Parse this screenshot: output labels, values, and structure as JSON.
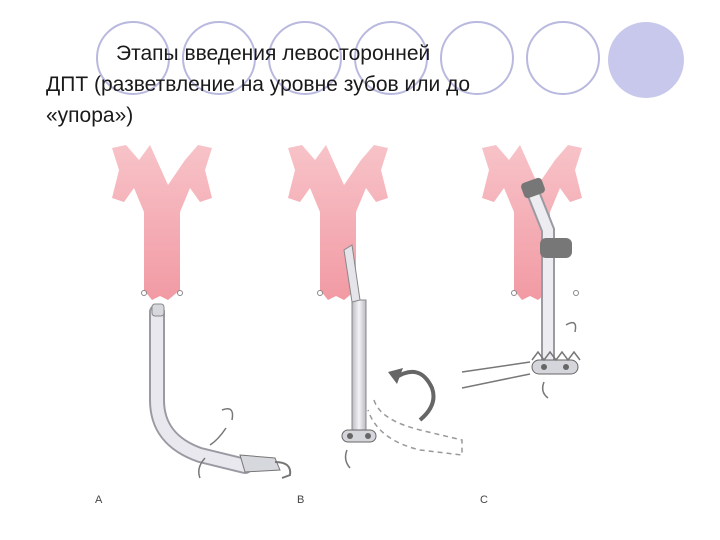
{
  "title": {
    "line1": "Этапы введения левосторонней",
    "line2": "ДПТ  (разветвление на уровне зубов или до",
    "line3": "«упора»)"
  },
  "panels": [
    {
      "label": "A"
    },
    {
      "label": "B"
    },
    {
      "label": "C"
    }
  ],
  "colors": {
    "trachea": "#f3a6ae",
    "circle_fill": "#c9c9ec",
    "circle_stroke": "#b4b4de",
    "tube": "#cfcfd4"
  }
}
